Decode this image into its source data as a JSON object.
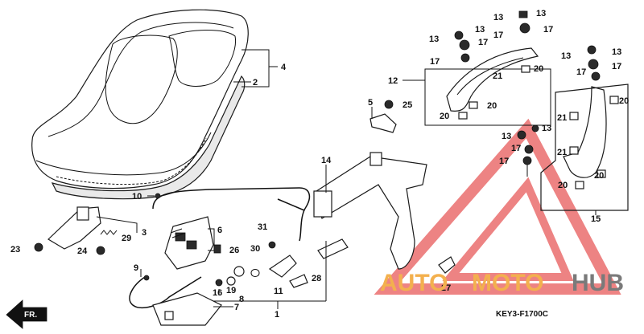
{
  "diagram": {
    "code": "KEY3-F1700C",
    "direction_label": "FR.",
    "part_numbers": {
      "p1": "1",
      "p2": "2",
      "p3": "3",
      "p4": "4",
      "p5": "5",
      "p6": "6",
      "p7": "7",
      "p8": "8",
      "p9": "9",
      "p10": "10",
      "p11": "11",
      "p12": "12",
      "p13": "13",
      "p14": "14",
      "p15": "15",
      "p16": "16",
      "p17": "17",
      "p19": "19",
      "p20": "20",
      "p21": "21",
      "p23": "23",
      "p24": "24",
      "p25": "25",
      "p26": "26",
      "p27": "27",
      "p28": "28",
      "p29": "29",
      "p30": "30",
      "p31": "31"
    }
  },
  "watermark": {
    "auto": "AUTO",
    "moto": "MOTO",
    "hub": "HUB",
    "triangle_color": "#e85a5a",
    "auto_color": "#f3b04e",
    "hub_color": "#7a7a7a"
  }
}
